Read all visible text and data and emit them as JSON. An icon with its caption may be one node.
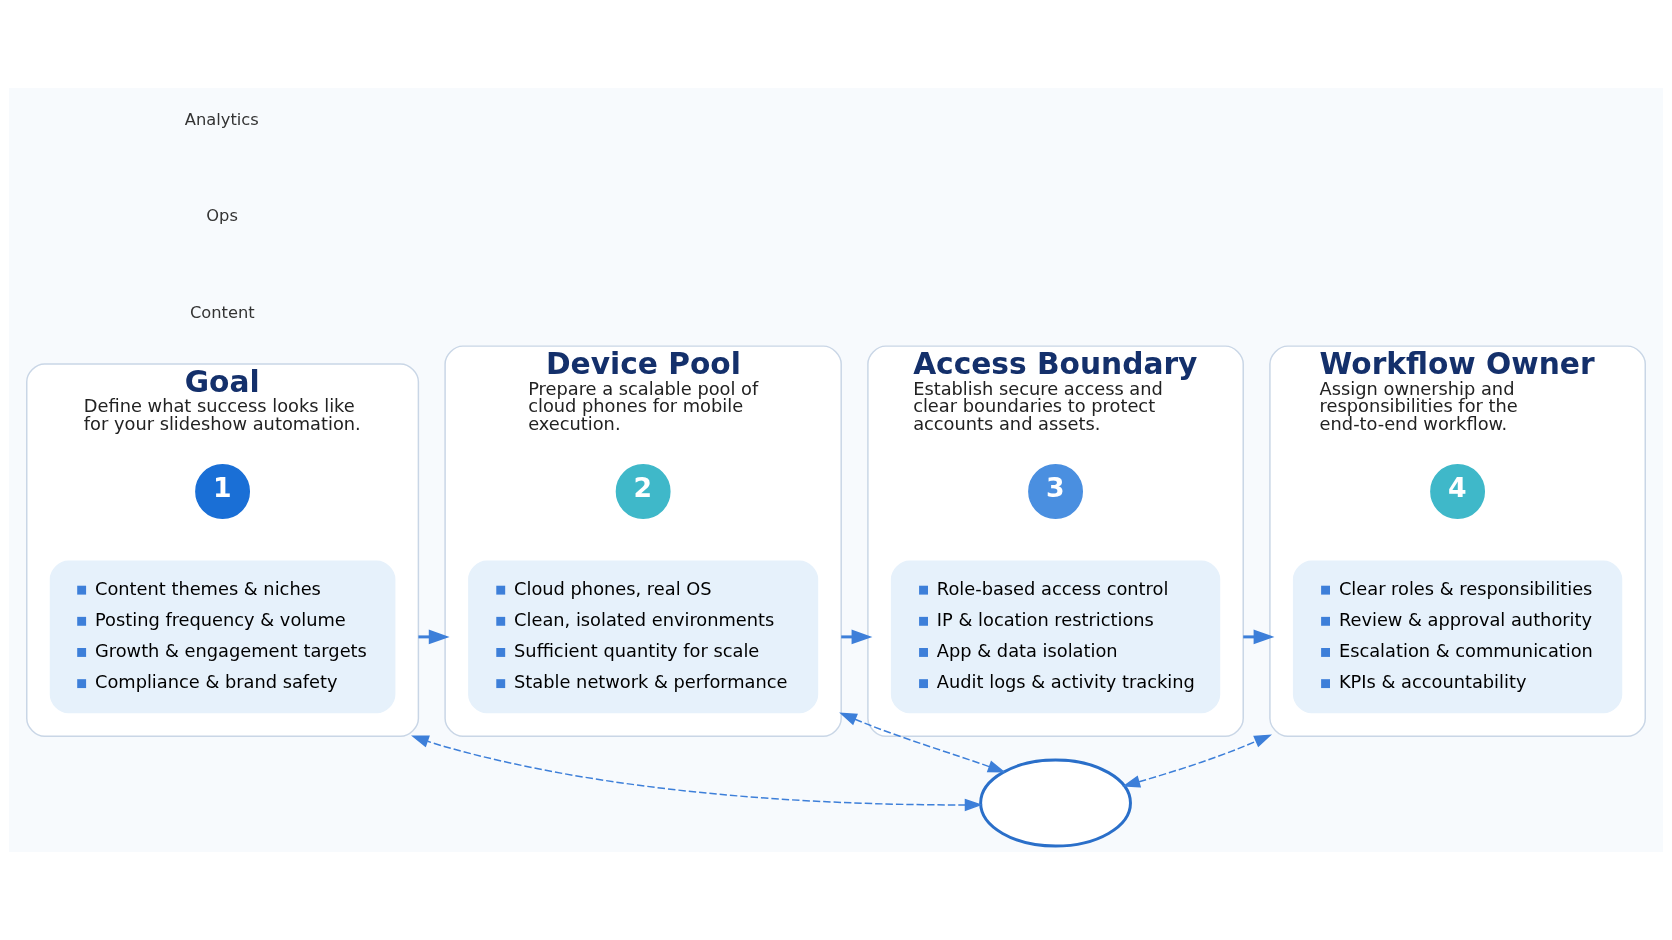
{
  "diagram": {
    "nodes": [
      {
        "text": [
          "Goal",
          "Define what success looks like for your slideshow automation."
        ]
      },
      {
        "text": [
          "1"
        ],
        "in": 0
      },
      {
        "text": [
          "Content themes & niches",
          "Posting frequency & volume",
          "Growth & engagement targets",
          "Compliance & brand safety"
        ],
        "in": 0
      },
      {
        "text": [
          "Device Pool",
          "Prepare a scalable pool of cloud phones for mobile execution."
        ]
      },
      {
        "text": [
          "2"
        ],
        "in": 3
      },
      {
        "text": [
          "Cloud phones, real OS",
          "Clean, isolated environments",
          "Sufficient quantity for scale",
          "Stable network & performance"
        ],
        "in": 3
      },
      {
        "text": [
          "Access Boundary",
          "Establish secure access and clear boundaries to protect accounts and assets."
        ]
      },
      {
        "text": [
          "3"
        ],
        "in": 6
      },
      {
        "text": [
          "Role-based access control",
          "IP & location restrictions",
          "App & data isolation",
          "Audit logs & activity tracking"
        ],
        "in": 6
      },
      {
        "text": [
          "Workflow Owner",
          "Assign ownership and responsibilities for the end-to-end workflow."
        ]
      },
      {
        "text": [
          "4"
        ],
        "in": 9
      },
      {
        "text": [
          "Clear roles & responsibilities",
          "Review & approval authority",
          "Escalation & communication",
          "KPIs & accountability"
        ],
        "in": 9
      },
      {
        "text": [],
        "shape": "cloud"
      }
    ],
    "edges": [
      {
        "from": 0,
        "to": 3,
        "arrow": "to"
      },
      {
        "from": 3,
        "to": 6,
        "arrow": "to"
      },
      {
        "from": 6,
        "to": 9,
        "arrow": "to"
      },
      {
        "from": 12,
        "to": 0,
        "arrow": "both",
        "style": "dashed"
      },
      {
        "from": 12,
        "to": 3,
        "arrow": "both",
        "style": "dashed"
      },
      {
        "from": 12,
        "to": 9,
        "arrow": "both",
        "style": "dashed"
      }
    ],
    "labels": [
      "Content",
      "Ops",
      "Analytics"
    ]
  }
}
